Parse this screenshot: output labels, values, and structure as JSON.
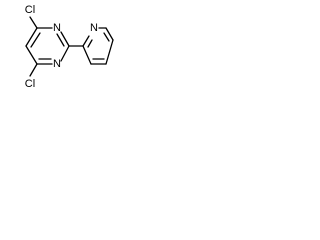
{
  "molecule": {
    "atoms": {
      "cl_top": "Cl",
      "cl_bottom": "Cl",
      "n_pyrimidine_upper": "N",
      "n_pyrimidine_lower": "N",
      "n_pyridine": "N"
    }
  }
}
